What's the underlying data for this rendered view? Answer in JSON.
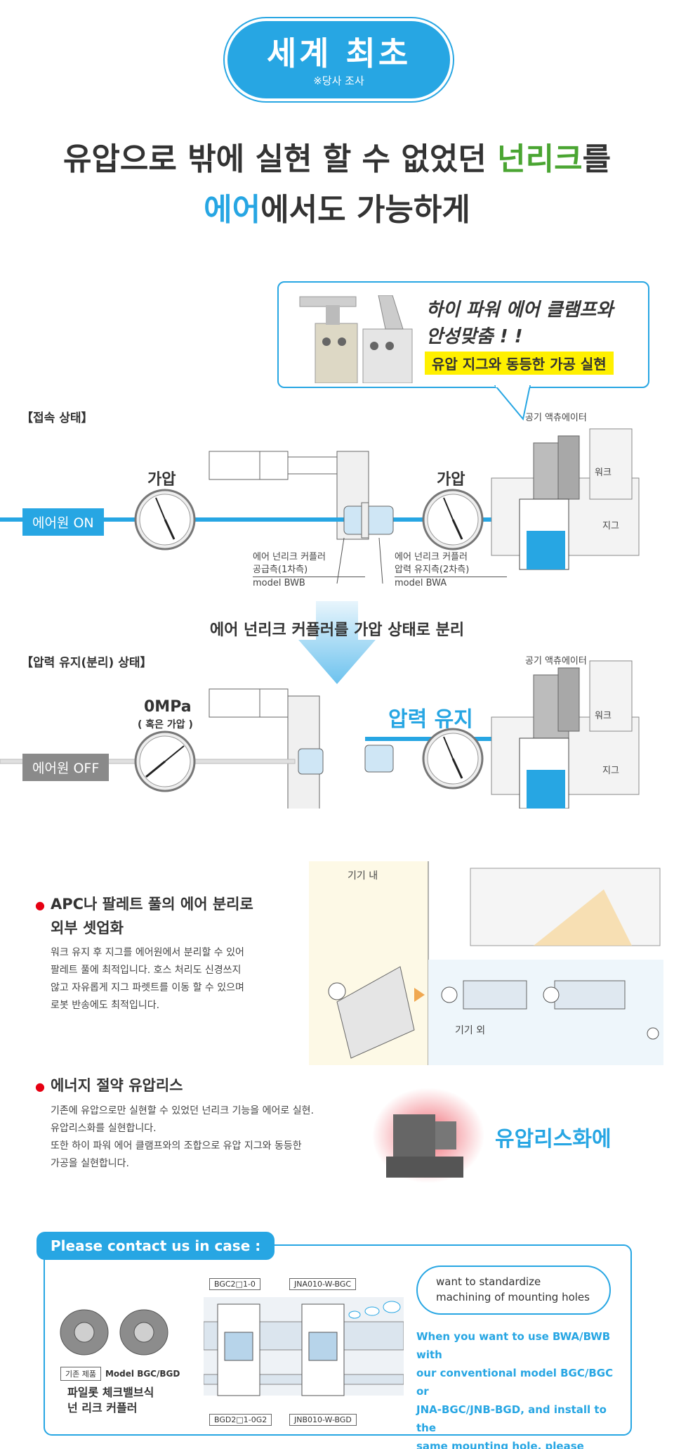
{
  "hero": {
    "badge_title": "세계 최초",
    "badge_note": "※당사 조사",
    "headline_line1_a": "유압으로 밖에 실현 할 수 없었던 ",
    "headline_line1_b": "넌리크",
    "headline_line1_c": "를",
    "headline_line2_a": "에어",
    "headline_line2_b": "에서도 가능하게"
  },
  "callout": {
    "line1": "하이 파워 에어 클램프와",
    "line2": "안성맞춤 ! !",
    "highlight": "유압 지그와 동등한 가공 실현"
  },
  "connected": {
    "section_label": "【접속 상태】",
    "air_on": "에어원 ON",
    "gauge_left_title": "가압",
    "gauge_right_title": "가압",
    "actuator_label": "공기 액츄에이터",
    "work_label": "워크",
    "jig_label": "지그",
    "coupler_left_line1": "에어 넌리크 커플러",
    "coupler_left_line2": "공급측(1차측)",
    "coupler_left_model": "model BWB",
    "coupler_right_line1": "에어 넌리크 커플러",
    "coupler_right_line2": "압력 유지측(2차측)",
    "coupler_right_model": "model BWA"
  },
  "separation_caption": "에어 넌리크 커플러를 가압 상태로 분리",
  "separated": {
    "section_label": "【압력 유지(분리) 상태】",
    "air_off": "에어원 OFF",
    "gauge_left_title": "0MPa",
    "gauge_left_sub": "( 혹은 가압 )",
    "pressure_hold": "압력 유지",
    "actuator_label": "공기 액츄에이터",
    "work_label": "워크",
    "jig_label": "지그"
  },
  "gauge": {
    "unit": "MPa"
  },
  "feature1": {
    "title_line1": "APC나 팔레트 풀의 에어 분리로",
    "title_line2": "외부 셋업화",
    "body": [
      "워크 유지 후 지그를 에어원에서 분리할 수 있어",
      "팔레트 풀에 최적입니다. 호스 처리도 신경쓰지",
      "않고 자유롭게 지그 파렛트를 이동 할 수 있으며",
      "로봇 반송에도 최적입니다."
    ],
    "inside_label": "기기 내",
    "outside_label": "기기 외"
  },
  "feature2": {
    "title": "에너지 절약 유압리스",
    "body": [
      "기존에 유압으로만 실현할 수 있었던 넌리크 기능을 에어로 실현.",
      "유압리스화를 실현합니다.",
      "또한 하이 파워 에어 클램프와의 조합으로 유압 지그와 동등한",
      "가공을 실현합니다."
    ],
    "callout": "유압리스화에"
  },
  "contact": {
    "tab": "Please contact us in case :",
    "existing_tag": "기존 제품",
    "model_text": "Model BGC/BGD",
    "product_line1": "파일롯 체크밸브식",
    "product_line2": "넌 리크 커플러",
    "top_left_model": "BGC2□1-0",
    "top_right_model": "JNA010-W-BGC",
    "bottom_left_model": "BGD2□1-0G2",
    "bottom_right_model": "JNB010-W-BGD",
    "bubble_line1": "want to standardize",
    "bubble_line2": "machining of mounting holes",
    "note": [
      "When you want to use BWA/BWB with",
      "our conventional model BGC/BGC or",
      "JNA-BGC/JNB-BGD, and install to the",
      "same mounting hole, please contact us."
    ]
  },
  "colors": {
    "accent_blue": "#27a6e3",
    "green": "#4aa532",
    "yellow": "#fff000",
    "red_dot": "#e60012",
    "gray_badge": "#8a8a8a"
  }
}
